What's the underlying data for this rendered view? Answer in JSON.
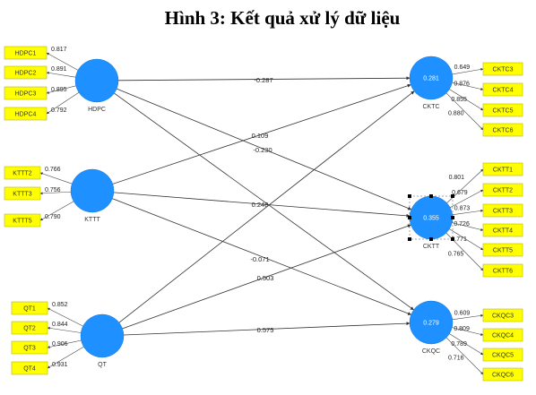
{
  "title": "Hình 3: Kết quả xử lý dữ liệu",
  "colors": {
    "latent": "#1e90ff",
    "indicator": "#ffff00"
  },
  "constructs": {
    "HDPC": {
      "name": "HDPC",
      "value": "",
      "indicators": [
        "HDPC1",
        "HDPC2",
        "HDPC3",
        "HDPC4"
      ],
      "loadings": [
        "0.817",
        "0.891",
        "0.895",
        "0.792"
      ]
    },
    "KTTT": {
      "name": "KTTT",
      "value": "",
      "indicators": [
        "KTTT2",
        "KTTT3",
        "KTTT5"
      ],
      "loadings": [
        "0.766",
        "0.756",
        "0.790"
      ]
    },
    "QT": {
      "name": "QT",
      "value": "",
      "indicators": [
        "QT1",
        "QT2",
        "QT3",
        "QT4"
      ],
      "loadings": [
        "0.852",
        "0.844",
        "0.906",
        "0.931"
      ]
    },
    "CKTC": {
      "name": "CKTC",
      "value": "0.281",
      "indicators": [
        "CKTC3",
        "CKTC4",
        "CKTC5",
        "CKTC6"
      ],
      "loadings": [
        "0.649",
        "0.876",
        "0.855",
        "0.880"
      ]
    },
    "CKTT": {
      "name": "CKTT",
      "value": "0.355",
      "indicators": [
        "CKTT1",
        "CKTT2",
        "CKTT3",
        "CKTT4",
        "CKTT5",
        "CKTT6"
      ],
      "loadings": [
        "0.801",
        "0.679",
        "0.873",
        "0.726",
        "0.771",
        "0.765"
      ]
    },
    "CKQC": {
      "name": "CKQC",
      "value": "0.279",
      "indicators": [
        "CKQC3",
        "CKQC4",
        "CKQC5",
        "CKQC6"
      ],
      "loadings": [
        "0.609",
        "0.809",
        "0.789",
        "0.716"
      ]
    }
  },
  "paths": [
    {
      "from": "HDPC",
      "to": "CKTC",
      "coef": "-0.287"
    },
    {
      "from": "KTTT",
      "to": "CKTC",
      "coef": "0.109"
    },
    {
      "from": "HDPC",
      "to": "CKTT",
      "coef": "-0.230"
    },
    {
      "from": "KTTT",
      "to": "CKTT",
      "coef": "0.248"
    },
    {
      "from": "KTTT",
      "to": "CKQC",
      "coef": "-0.071"
    },
    {
      "from": "QT",
      "to": "CKTT",
      "coef": "0.503"
    },
    {
      "from": "QT",
      "to": "CKQC",
      "coef": "0.575"
    },
    {
      "from": "HDPC",
      "to": "CKQC",
      "coef": ""
    },
    {
      "from": "QT",
      "to": "CKTC",
      "coef": ""
    }
  ]
}
